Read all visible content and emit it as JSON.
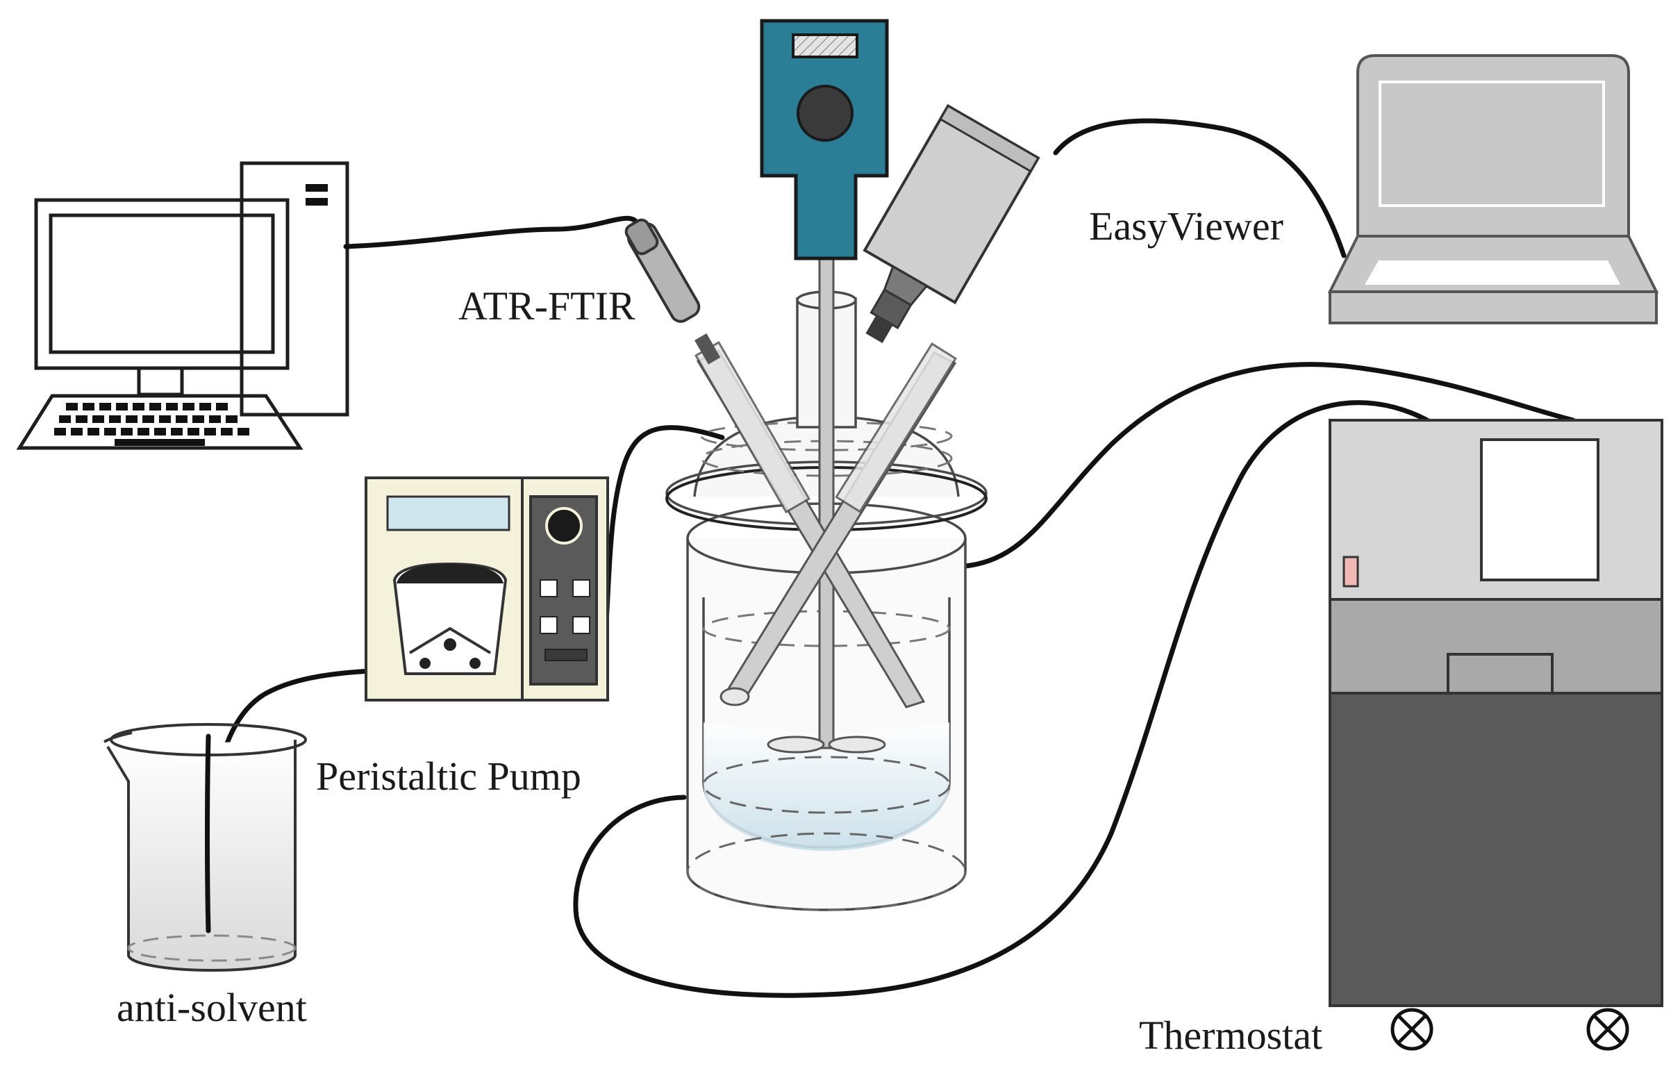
{
  "labels": {
    "atr_ftir": "ATR-FTIR",
    "easyviewer": "EasyViewer",
    "peristaltic_pump": "Peristaltic Pump",
    "anti_solvent": "anti-solvent",
    "thermostat": "Thermostat"
  },
  "colors": {
    "stirrer_motor": "#2a7f96",
    "pump_body": "#f5f2dc",
    "pump_display": "#cfe6ee",
    "thermostat_top": "#d6d6d6",
    "thermostat_middle": "#a9a9a9",
    "thermostat_bottom": "#5a5a5a",
    "indicator": "#f0b7b3",
    "liquid": "#cfe3ec",
    "laptop": "#c8c8c8",
    "camera": "#cfcfcf"
  },
  "icons": [
    "desktop-computer-icon",
    "laptop-icon",
    "stirrer-motor-icon",
    "camera-icon",
    "pump-icon",
    "beaker-icon",
    "thermostat-icon",
    "reactor-icon"
  ]
}
